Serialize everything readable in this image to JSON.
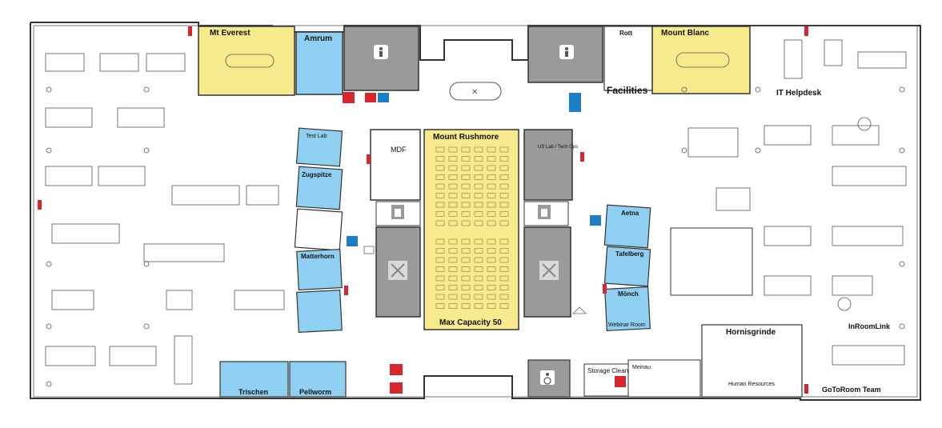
{
  "colors": {
    "meeting_yellow": "#f7ea8c",
    "meeting_blue": "#8fd0f2",
    "service_gray": "#9a9a9a",
    "exit_blue": "#1b7fc4",
    "aid_red": "#d7262c",
    "wall": "#333333"
  },
  "rooms": {
    "mt_everest": "Mt Everest",
    "amrum": "Amrum",
    "rott": "Rott",
    "mount_blanc": "Mount Blanc",
    "facilities": "Facilities",
    "it_helpdesk": "IT Helpdesk",
    "mdf": "MDF",
    "mount_rushmore": "Mount Rushmore",
    "max_capacity": "Max Capacity 50",
    "us_lab": "US Lab / Tech Ops",
    "test_lab": "Test Lab",
    "zugspitze": "Zugspitze",
    "matterhorn": "Matterhorn",
    "aetna": "Aetna",
    "tafelberg": "Tafelberg",
    "monch": "Mönch",
    "webinar_room": "Webinar Room",
    "hornisgrinde": "Hornisgrinde",
    "in_room_link": "InRoomLink",
    "goto_room_team": "GoToRoom Team",
    "human_resources": "Human Resources",
    "meinau": "Meinau",
    "storage_cleaning": "Storage Cleaning",
    "trischen": "Trischen",
    "pellworm": "Pellworm"
  },
  "icons": [
    "restroom-icon",
    "fire-extinguisher-icon",
    "emergency-exit-icon",
    "first-aid-icon",
    "elevator-icon",
    "stairs-icon",
    "kitchen-icon",
    "wheelchair-icon",
    "coat-hanger-icon",
    "mail-icon",
    "aed-icon"
  ]
}
